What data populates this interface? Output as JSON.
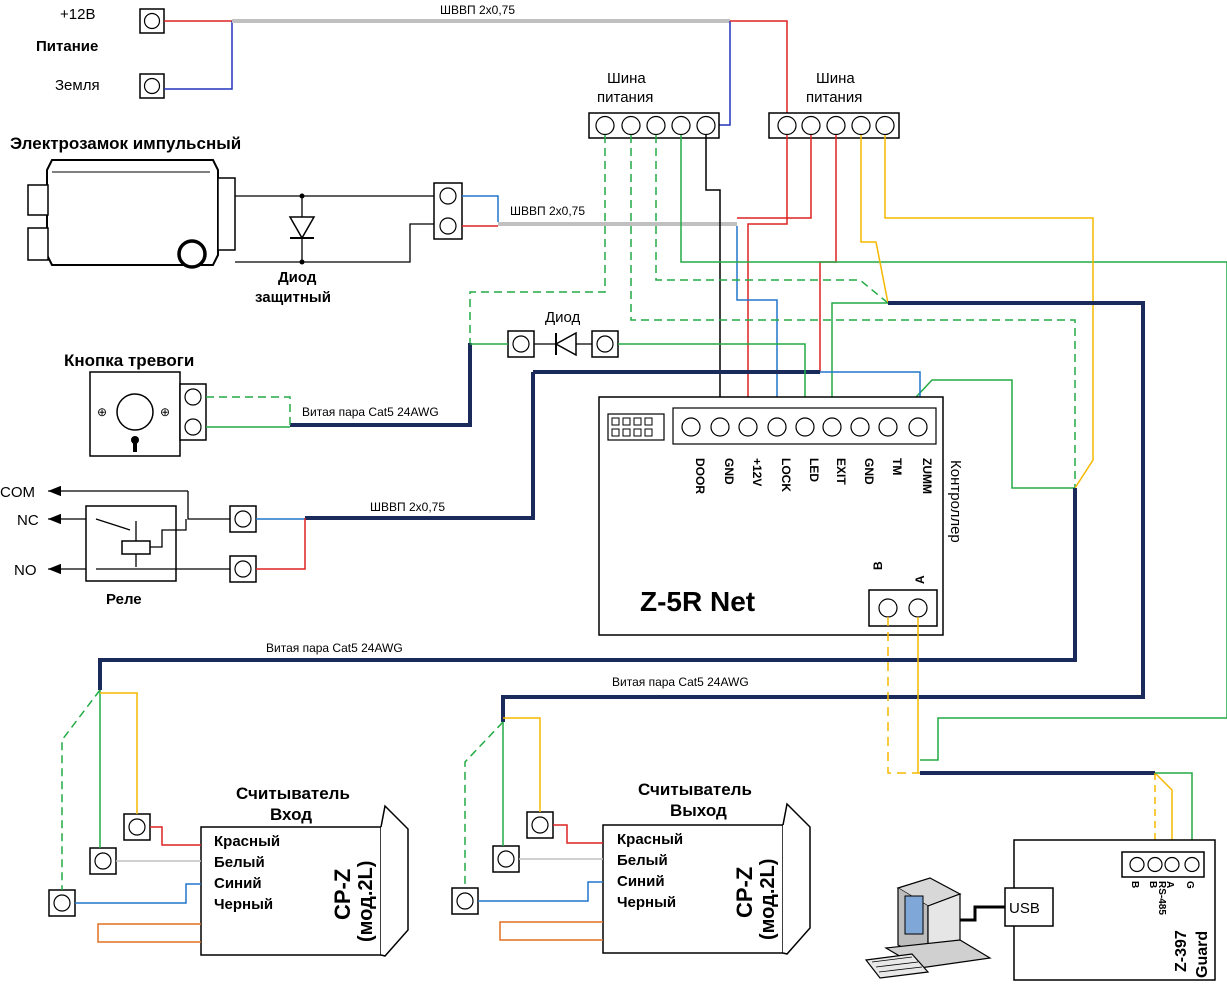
{
  "power": {
    "plus12": "+12В",
    "title": "Питание",
    "ground": "Земля"
  },
  "cable_top": "ШВВП 2х0,75",
  "cable_lock": "ШВВП 2х0,75",
  "cable_relay": "ШВВП 2х0,75",
  "bus_left": [
    "Шина",
    "питания"
  ],
  "bus_right": [
    "Шина",
    "питания"
  ],
  "lock_title": "Электрозамок импульсный",
  "diode_protect": [
    "Диод",
    "защитный"
  ],
  "diode_label": "Диод",
  "alarm_title": "Кнопка тревоги",
  "tp_alarm": "Витая пара Cat5 24AWG",
  "relay": {
    "com": "COM",
    "nc": "NC",
    "no": "NO",
    "title": "Реле"
  },
  "controller": {
    "name": "Z-5R Net",
    "side_label": "Контроллер",
    "pins": [
      "DOOR",
      "GND",
      "+12V",
      "LOCK",
      "LED",
      "EXIT",
      "GND",
      "TM",
      "ZUMM"
    ],
    "b": "B",
    "a": "A"
  },
  "tp_reader_in": "Витая пара Cat5 24AWG",
  "tp_reader_out": "Витая пара Cat5 24AWG",
  "reader_in": {
    "title": [
      "Считыватель",
      "Вход"
    ],
    "wires": [
      "Красный",
      "Белый",
      "Синий",
      "Черный"
    ],
    "model": [
      "CP-Z",
      "(мод.2L)"
    ]
  },
  "reader_out": {
    "title": [
      "Считыватель",
      "Выход"
    ],
    "wires": [
      "Красный",
      "Белый",
      "Синий",
      "Черный"
    ],
    "model": [
      "CP-Z",
      "(мод.2L)"
    ]
  },
  "guard": {
    "usb": "USB",
    "pins": [
      "B",
      "B",
      "A",
      "G"
    ],
    "rs": "RS-485",
    "name": [
      "Z-397",
      "Guard"
    ]
  },
  "colors": {
    "red": "#dd2222",
    "blue": "#2277cc",
    "green": "#22aa44",
    "yellow": "#f5b800",
    "gray": "#c0c0c0",
    "navy": "#1a2a5a",
    "orange": "#e07020"
  }
}
